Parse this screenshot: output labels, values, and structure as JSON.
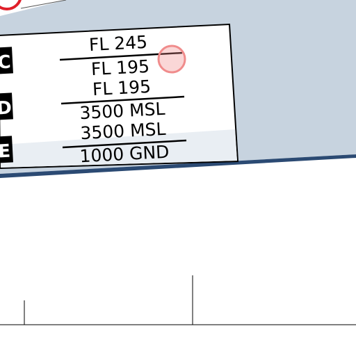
{
  "airspace_table": {
    "rows": [
      {
        "class": "C",
        "upper": "FL 245",
        "lower": "FL 195"
      },
      {
        "class": "D",
        "upper": "FL 195",
        "lower": "3500 MSL"
      },
      {
        "class": "E",
        "upper": "3500 MSL",
        "lower": "1000 GND"
      }
    ]
  },
  "colors": {
    "band": "#c7d3df",
    "band_edge": "#2b4a73",
    "class_badge": "#000000",
    "badge_text": "#ffffff",
    "table_bg": "#ffffff",
    "shade": "#e9eef3",
    "marker_red": "#e0202a",
    "marker_pink": "#f08c8c"
  }
}
